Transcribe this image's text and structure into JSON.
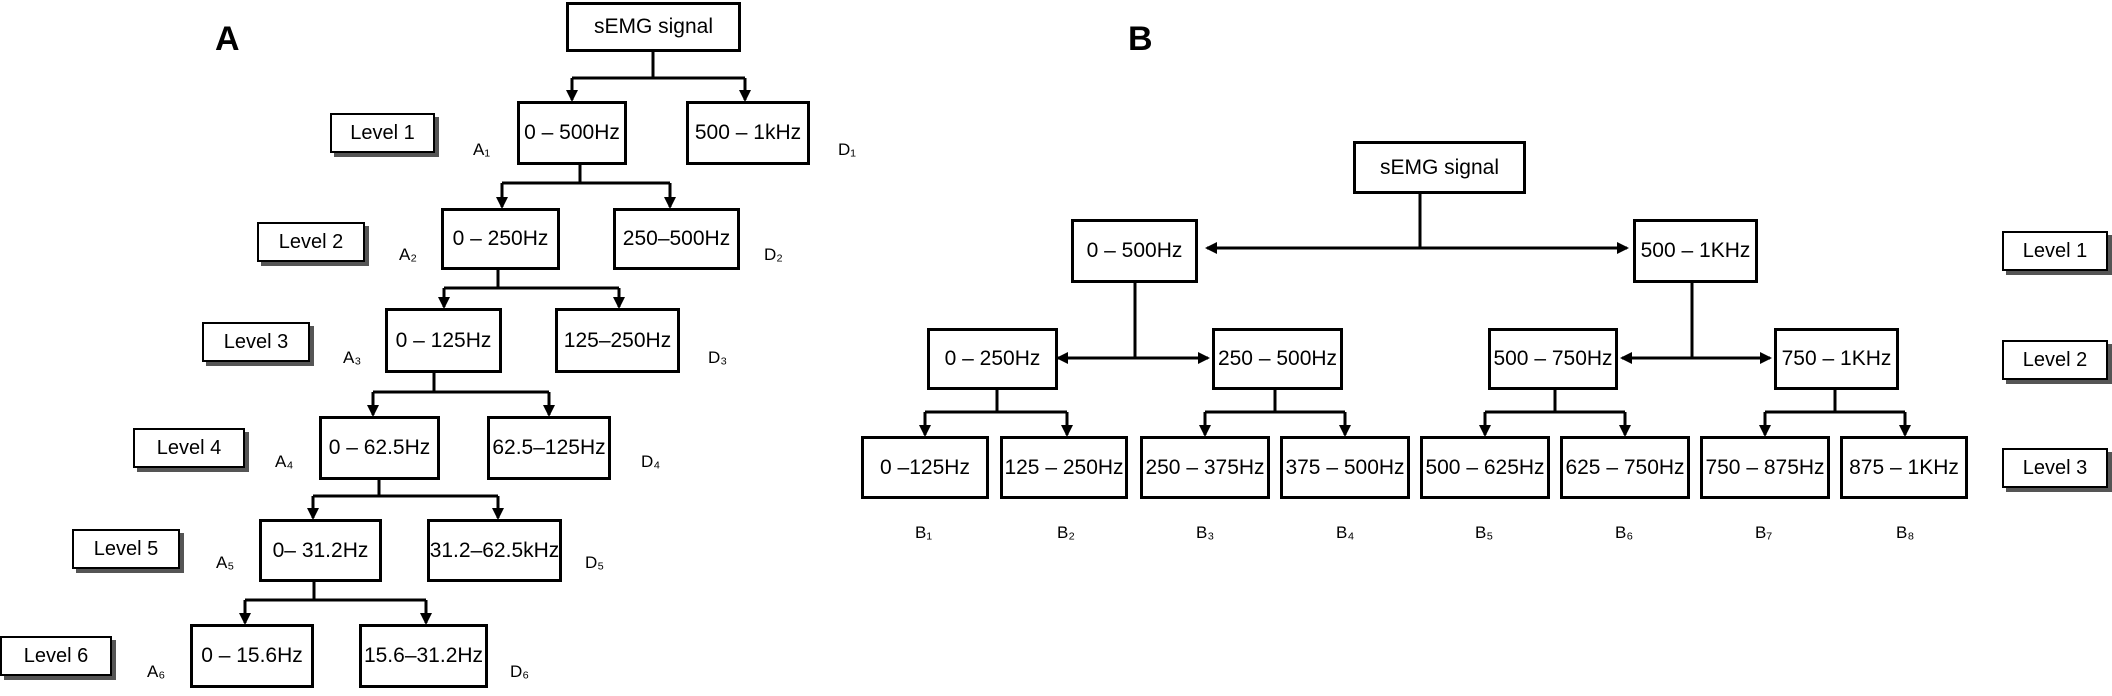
{
  "panel_a": {
    "label": "A",
    "root": "sEMG signal",
    "levels": [
      "Level 1",
      "Level 2",
      "Level 3",
      "Level 4",
      "Level 5",
      "Level 6"
    ],
    "approx": [
      "0 – 500Hz",
      "0 – 250Hz",
      "0 – 125Hz",
      "0 – 62.5Hz",
      "0– 31.2Hz",
      "0 – 15.6Hz"
    ],
    "detail": [
      "500 – 1kHz",
      "250–500Hz",
      "125–250Hz",
      "62.5–125Hz",
      "31.2–62.5kHz",
      "15.6–31.2Hz"
    ],
    "approx_tags": [
      "A₁",
      "A₂",
      "A₃",
      "A₄",
      "A₅",
      "A₆"
    ],
    "detail_tags": [
      "D₁",
      "D₂",
      "D₃",
      "D₄",
      "D₅",
      "D₆"
    ]
  },
  "panel_b": {
    "label": "B",
    "root": "sEMG signal",
    "levels": [
      "Level 1",
      "Level 2",
      "Level 3"
    ],
    "level1": [
      "0 – 500Hz",
      "500 – 1KHz"
    ],
    "level2": [
      "0 – 250Hz",
      "250 – 500Hz",
      "500 – 750Hz",
      "750 – 1KHz"
    ],
    "level3": [
      "0 –125Hz",
      "125 – 250Hz",
      "250 – 375Hz",
      "375 – 500Hz",
      "500 – 625Hz",
      "625 – 750Hz",
      "750 – 875Hz",
      "875 – 1KHz"
    ],
    "band_tags": [
      "B₁",
      "B₂",
      "B₃",
      "B₄",
      "B₅",
      "B₆",
      "B₇",
      "B₈"
    ]
  }
}
